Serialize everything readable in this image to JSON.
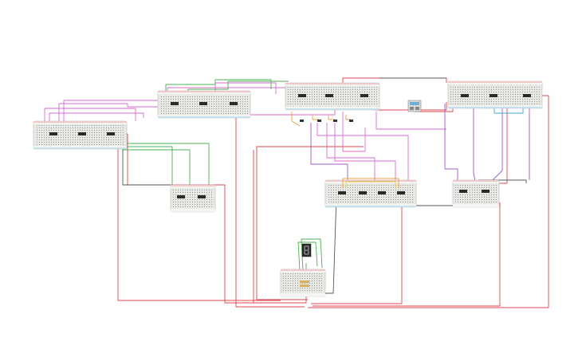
{
  "colors": {
    "red": "#e0454d",
    "pink": "#d86ad2",
    "purple": "#9a5bc9",
    "green": "#4caf50",
    "blue": "#45a6dc",
    "orange": "#f0a040",
    "yellow": "#e8d040",
    "dark": "#555555",
    "teal": "#3aa7a0"
  },
  "icons": [
    "breadboard",
    "ic-chip",
    "seven-segment-display",
    "resistor",
    "power-module"
  ]
}
